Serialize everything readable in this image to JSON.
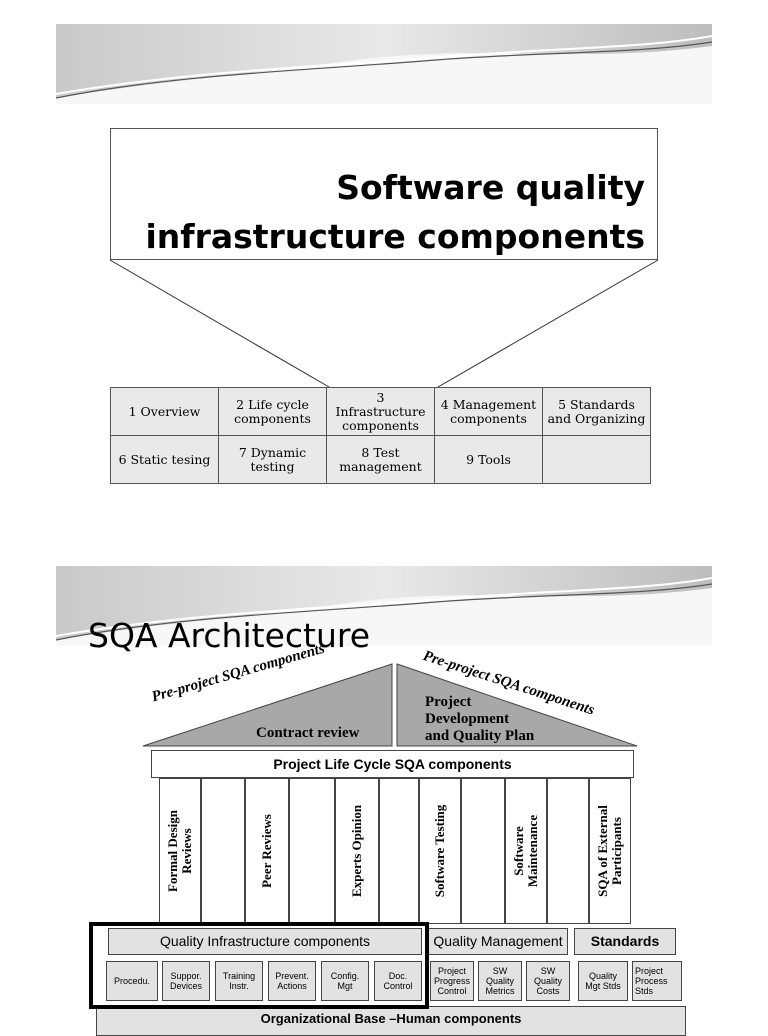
{
  "slide1": {
    "title_line1": "Software quality",
    "title_line2": "infrastructure components",
    "toc": [
      [
        "1 Overview",
        "2 Life cycle components",
        "3 Infrastructure components",
        "4 Management components",
        "5 Standards and Organizing"
      ],
      [
        "6 Static tesing",
        "7 Dynamic testing",
        "8 Test management",
        "9 Tools",
        ""
      ]
    ]
  },
  "slide2": {
    "title": "SQA Architecture",
    "roof_left_label": "Pre-project SQA components",
    "roof_right_label": "Pre-project SQA components",
    "contract_review": "Contract review",
    "project_dev_line1": "Project",
    "project_dev_line2": "Development",
    "project_dev_line3": "and Quality Plan",
    "lifecycle_bar": "Project Life Cycle SQA components",
    "pillars": [
      {
        "line1": "Formal Design",
        "line2": "Reviews"
      },
      {
        "line1": "Peer Reviews",
        "line2": ""
      },
      {
        "line1": "Experts Opinion",
        "line2": ""
      },
      {
        "line1": "Software Testing",
        "line2": ""
      },
      {
        "line1": "Software",
        "line2": "Maintenance"
      },
      {
        "line1": "SQA of External",
        "line2": "Participants"
      }
    ],
    "quality_infra": "Quality Infrastructure components",
    "quality_mgmt": "Quality Management",
    "standards": "Standards",
    "infra_items": [
      {
        "l1": "Procedu.",
        "l2": ""
      },
      {
        "l1": "Suppor.",
        "l2": "Devices"
      },
      {
        "l1": "Training",
        "l2": "Instr."
      },
      {
        "l1": "Prevent.",
        "l2": "Actions"
      },
      {
        "l1": "Config.",
        "l2": "Mgt"
      },
      {
        "l1": "Doc.",
        "l2": "Control"
      }
    ],
    "mgmt_items": [
      {
        "l1": "Project",
        "l2": "Progress",
        "l3": "Control"
      },
      {
        "l1": "SW",
        "l2": "Quality",
        "l3": "Metrics"
      },
      {
        "l1": "SW",
        "l2": "Quality",
        "l3": "Costs"
      }
    ],
    "std_items": [
      {
        "l1": "Quality",
        "l2": "Mgt Stds",
        "l3": ""
      },
      {
        "l1": "Project",
        "l2": "Process",
        "l3": "Stds"
      }
    ],
    "base": "Organizational Base –Human components"
  }
}
